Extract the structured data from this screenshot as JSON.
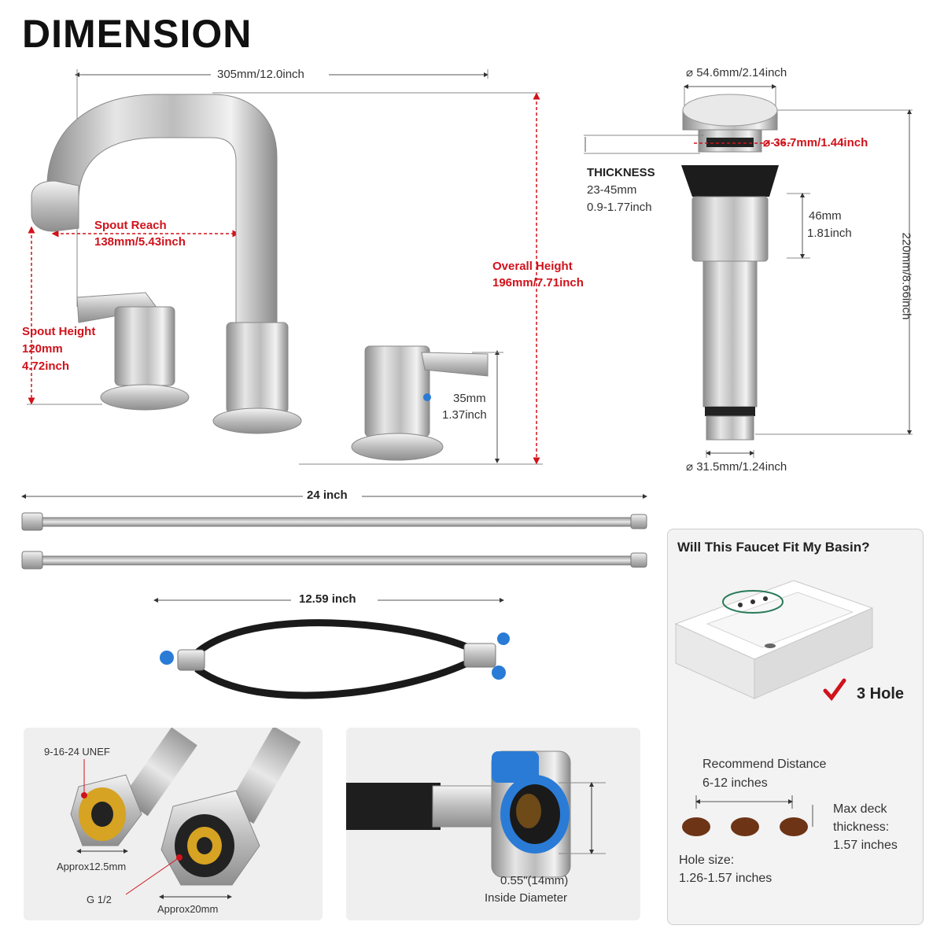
{
  "title": "DIMENSION",
  "faucet": {
    "width": "305mm/12.0inch",
    "spout_reach_title": "Spout Reach",
    "spout_reach_value": "138mm/5.43inch",
    "overall_height_title": "Overall Height",
    "overall_height_value": "196mm/7.71inch",
    "spout_height_title": "Spout Height",
    "spout_height_mm": "120mm",
    "spout_height_inch": "4.72inch",
    "handle_height_mm": "35mm",
    "handle_height_inch": "1.37inch"
  },
  "drain": {
    "top_diameter": "⌀ 54.6mm/2.14inch",
    "inner_diameter": "⌀ 36.7mm/1.44inch",
    "thickness_title": "THICKNESS",
    "thickness_mm": "23-45mm",
    "thickness_inch": "0.9-1.77inch",
    "section_mm": "46mm",
    "section_inch": "1.81inch",
    "height": "220mm/8.66inch",
    "bottom_diameter": "⌀ 31.5mm/1.24inch"
  },
  "hoses": {
    "supply_length": "24 inch",
    "connector_length": "12.59 inch"
  },
  "fitting_detail": {
    "thread": "9-16-24 UNEF",
    "approx_small": "Approx12.5mm",
    "thread_size": "G 1/2",
    "approx_large": "Approx20mm"
  },
  "connector_detail": {
    "inside_diameter_value": "0.55\"(14mm)",
    "inside_diameter_label": "Inside Diameter"
  },
  "basin_fit": {
    "question": "Will This Faucet Fit My Basin?",
    "holes": "3 Hole",
    "recommend_title": "Recommend Distance",
    "recommend_value": "6-12 inches",
    "max_deck_1": "Max deck",
    "max_deck_2": "thickness:",
    "max_deck_3": "1.57 inches",
    "hole_size_title": "Hole size:",
    "hole_size_value": "1.26-1.57 inches"
  },
  "colors": {
    "accent_red": "#d0121b",
    "chrome": "#c9c9c9",
    "panel_bg": "#efefef"
  }
}
